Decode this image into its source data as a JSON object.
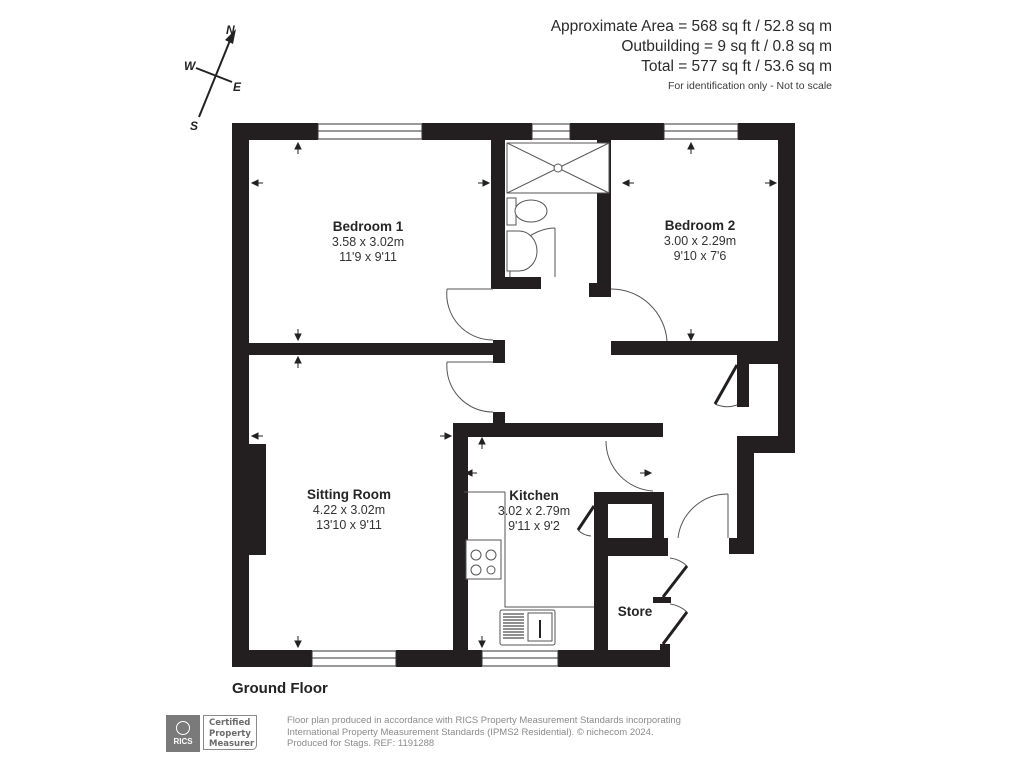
{
  "header": {
    "area_lines": [
      "Approximate Area = 568 sq ft / 52.8 sq m",
      "Outbuilding = 9 sq ft / 0.8 sq m",
      "Total = 577 sq ft / 53.6 sq m"
    ],
    "note": "For identification only - Not to scale"
  },
  "compass": {
    "icon": "compass-rose-icon",
    "labels": {
      "north": "N",
      "west": "W",
      "east": "E",
      "south": "S"
    }
  },
  "rooms": [
    {
      "name": "Bedroom 1",
      "metric": "3.58 x 3.02m",
      "imperial": "11'9 x 9'11"
    },
    {
      "name": "Bedroom 2",
      "metric": "3.00 x 2.29m",
      "imperial": "9'10 x 7'6"
    },
    {
      "name": "Sitting Room",
      "metric": "4.22 x 3.02m",
      "imperial": "13'10 x 9'11"
    },
    {
      "name": "Kitchen",
      "metric": "3.02 x 2.79m",
      "imperial": "9'11 x 9'2"
    },
    {
      "name": "Store",
      "metric": "",
      "imperial": ""
    }
  ],
  "fixtures": [
    "shower-tray-icon",
    "toilet-icon",
    "wash-basin-icon",
    "hob-icon",
    "sink-drainer-icon"
  ],
  "floor_title": "Ground Floor",
  "footer": {
    "badge": {
      "org": "RICS",
      "line1": "Certified",
      "line2": "Property",
      "line3": "Measurer"
    },
    "credits": [
      "Floor plan produced in accordance with RICS Property Measurement Standards incorporating",
      "International Property Measurement Standards (IPMS2 Residential).   © nichecom 2024.",
      "Produced for Stags.    REF:  1191288"
    ]
  },
  "colors": {
    "wall": "#231f20",
    "line": "#555555",
    "text": "#2a2a2a",
    "footer_text": "#8a8a8a"
  }
}
